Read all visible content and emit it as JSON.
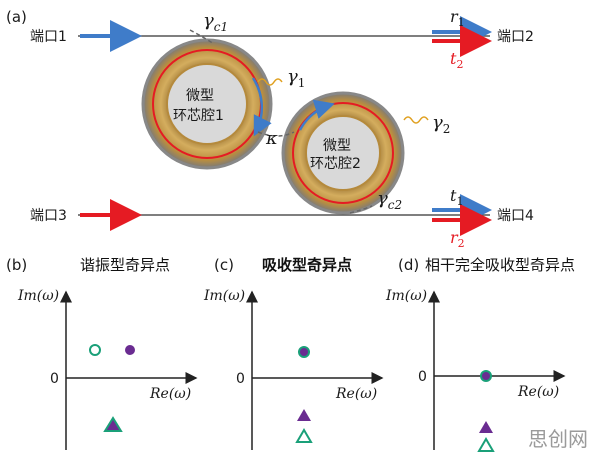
{
  "panel_a": {
    "tag": "(a)",
    "port1": "端口1",
    "port2": "端口2",
    "port3": "端口3",
    "port4": "端口4",
    "ring1_line1": "微型",
    "ring1_line2": "环芯腔1",
    "ring2_line1": "微型",
    "ring2_line2": "环芯腔2",
    "gamma_c1": "γc1",
    "gamma_c2": "γc2",
    "gamma1": "γ1",
    "gamma2": "γ2",
    "kappa": "κ",
    "r1": "r1",
    "t2": "t2",
    "t1": "t1",
    "r2": "r2"
  },
  "panel_b": {
    "tag": "(b)",
    "title": "谐振型奇异点",
    "y_label": "Im(ω)",
    "x_label": "Re(ω)",
    "zero": "0"
  },
  "panel_c": {
    "tag": "(c)",
    "title": "吸收型奇异点",
    "y_label": "Im(ω)",
    "x_label": "Re(ω)",
    "zero": "0"
  },
  "panel_d": {
    "tag": "(d)",
    "title": "相干完全吸收型奇异点",
    "y_label": "Im(ω)",
    "x_label": "Re(ω)",
    "zero": "0"
  },
  "watermark": "思创网",
  "colors": {
    "blue": "#3f7cc9",
    "red": "#e51b23",
    "purple": "#6a2c91",
    "teal": "#1aa079",
    "ring": "#c8a14e"
  }
}
